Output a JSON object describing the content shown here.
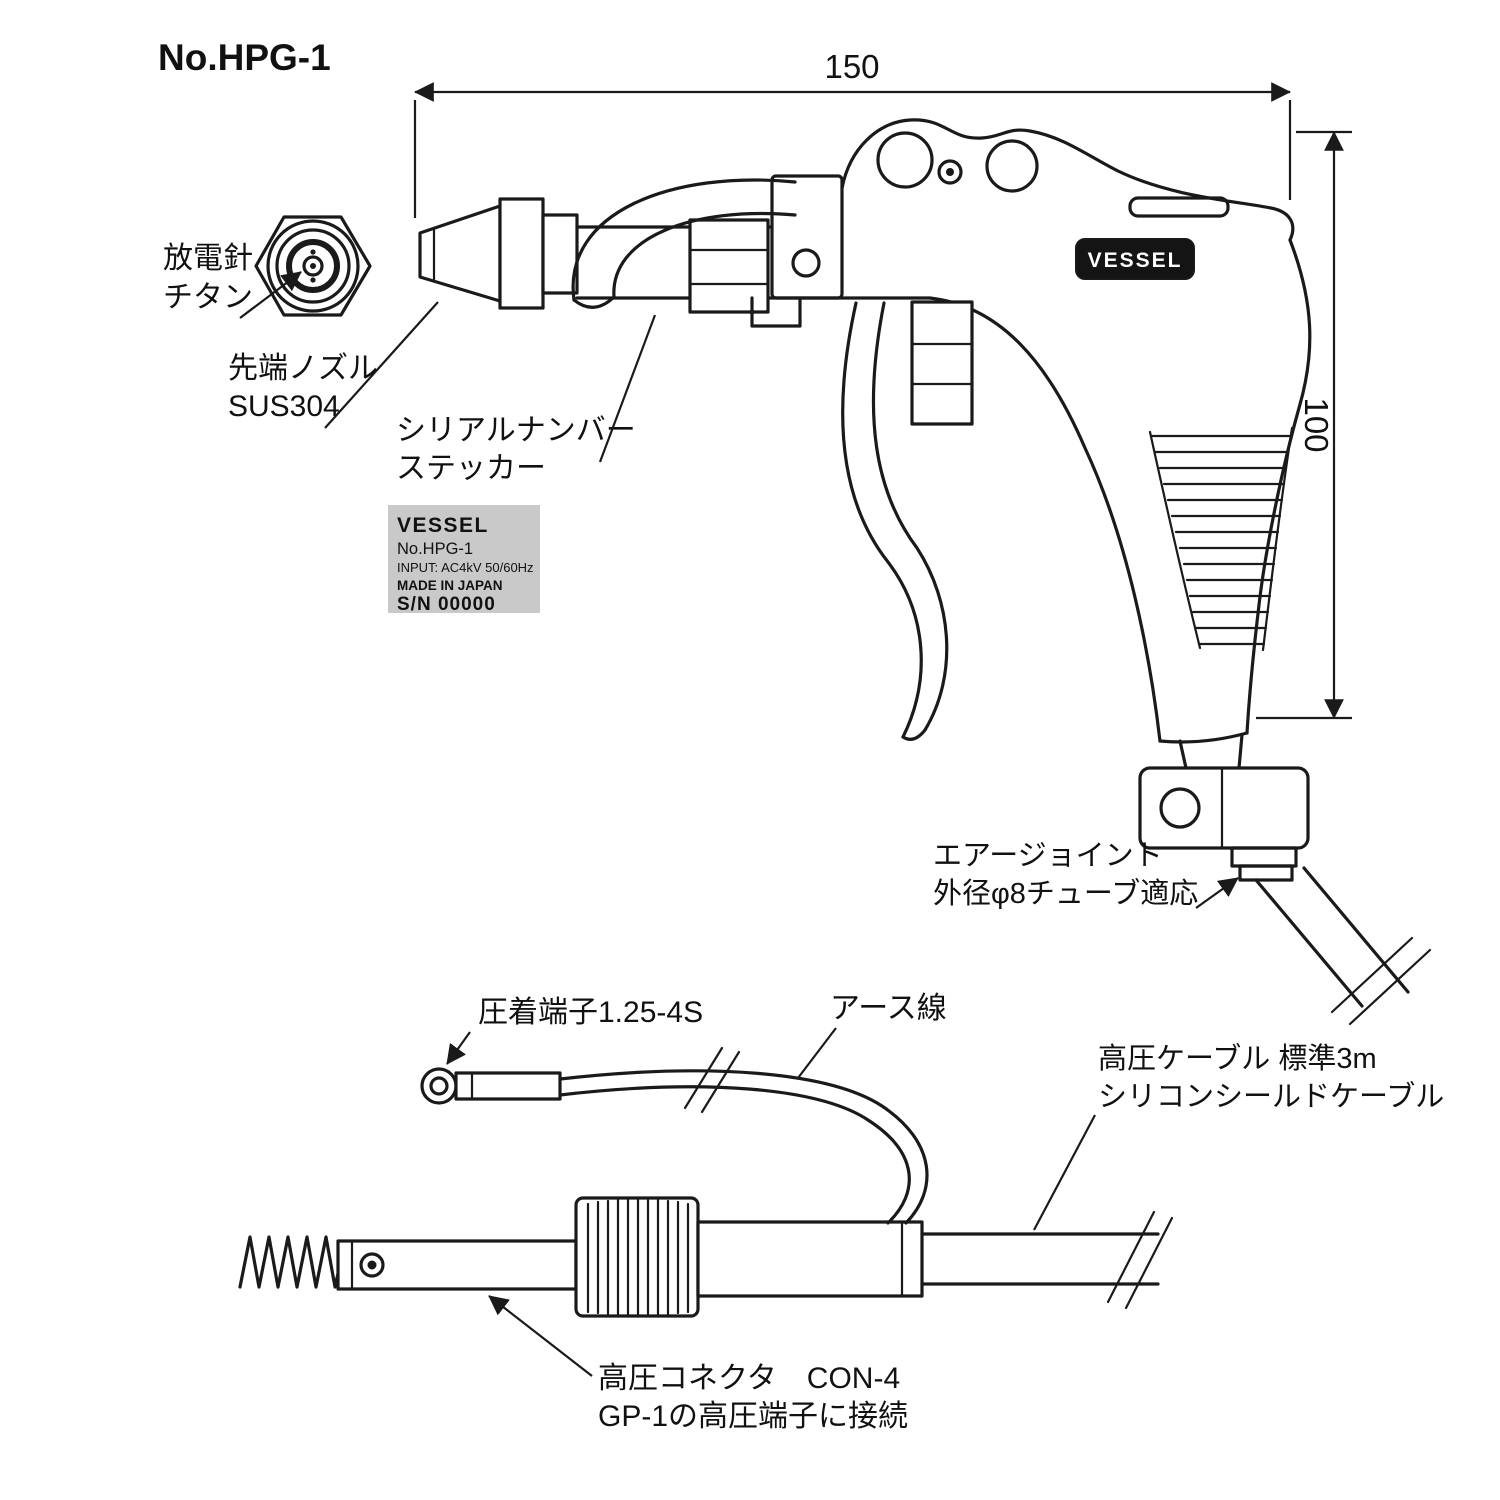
{
  "title": "No.HPG-1",
  "dimensions": {
    "length": "150",
    "height": "100"
  },
  "labels": {
    "discharge_needle": {
      "line1": "放電針",
      "line2": "チタン"
    },
    "tip_nozzle": {
      "line1": "先端ノズル",
      "line2": "SUS304"
    },
    "serial_sticker": {
      "line1": "シリアルナンバー",
      "line2": "ステッカー"
    },
    "air_joint": {
      "line1": "エアージョイント",
      "line2": "外径φ8チューブ適応"
    },
    "crimp_terminal": {
      "line1": "圧着端子1.25-4S"
    },
    "earth_wire": {
      "line1": "アース線"
    },
    "hv_cable": {
      "line1": "高圧ケーブル 標準3m",
      "line2": "シリコンシールドケーブル"
    },
    "hv_connector": {
      "line1": "高圧コネクタ　CON-4",
      "line2": "GP-1の高圧端子に接続"
    }
  },
  "sticker": {
    "brand": "VESSEL",
    "model": "No.HPG-1",
    "input": "INPUT: AC4kV 50/60Hz",
    "origin": "MADE IN JAPAN",
    "serial": "S/N 00000"
  },
  "badge": {
    "brand": "VESSEL"
  },
  "colors": {
    "line": "#1a1a1a",
    "sticker_bg": "#c9c9c9",
    "badge_bg": "#141414",
    "badge_text": "#ffffff",
    "background": "#ffffff"
  }
}
